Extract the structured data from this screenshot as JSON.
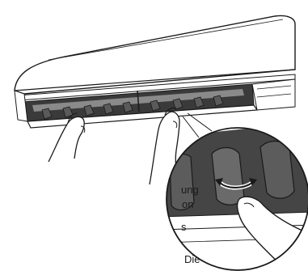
{
  "caption": {
    "lines": [
      "ung",
      "on",
      "s",
      "Die"
    ]
  },
  "colors": {
    "outline": "#1a1a1a",
    "unit_body": "#ffffff",
    "vane_dark": "#3c3c3c",
    "vane_mid": "#5a5a5a",
    "inner_shadow": "#2b2b2b",
    "panel_grey": "#d9d9d9",
    "skin": "#ffffff"
  },
  "icons": {
    "rotate": "curved-double-arrow-icon"
  }
}
